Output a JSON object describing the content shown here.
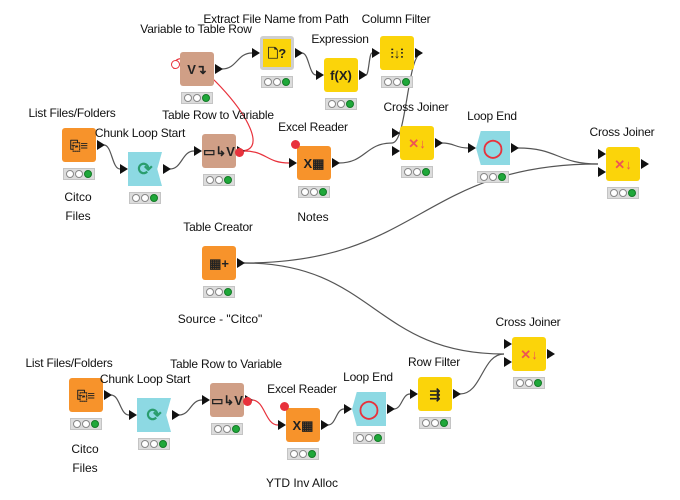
{
  "workflow": {
    "nodes": [
      {
        "id": "var-to-table-row",
        "label": "Variable to Table Row",
        "icon": "variable-to-row-icon",
        "glyph": "V↴",
        "kind": "brown",
        "note": "",
        "status": [
          "idle",
          "idle",
          "executed"
        ]
      },
      {
        "id": "extract-file-name",
        "label": "Extract File Name from Path",
        "icon": "file-question-icon",
        "glyph": "🗋?",
        "kind": "yellow-grey",
        "note": "",
        "status": [
          "idle",
          "idle",
          "executed"
        ]
      },
      {
        "id": "expression",
        "label": "Expression",
        "icon": "function-icon",
        "glyph": "f(X)",
        "kind": "yellow",
        "note": "",
        "status": [
          "idle",
          "idle",
          "executed"
        ]
      },
      {
        "id": "column-filter",
        "label": "Column Filter",
        "icon": "column-filter-icon",
        "glyph": "⫶↓⫶",
        "kind": "yellow",
        "note": "",
        "status": [
          "idle",
          "idle",
          "executed"
        ]
      },
      {
        "id": "list-files-1",
        "label": "List Files/Folders",
        "icon": "list-files-icon",
        "glyph": "⎘≡",
        "kind": "orange",
        "note": "Citco\nFiles",
        "status": [
          "idle",
          "idle",
          "executed"
        ]
      },
      {
        "id": "chunk-loop-start-1",
        "label": "Chunk Loop Start",
        "icon": "loop-refresh-icon",
        "glyph": "⟳",
        "kind": "loopstart",
        "note": "",
        "status": [
          "idle",
          "idle",
          "executed"
        ]
      },
      {
        "id": "table-row-to-var-1",
        "label": "Table Row to Variable",
        "icon": "row-to-variable-icon",
        "glyph": "▭↳V",
        "kind": "brown",
        "note": "",
        "status": [
          "idle",
          "idle",
          "executed"
        ]
      },
      {
        "id": "excel-reader-1",
        "label": "Excel Reader",
        "icon": "excel-icon",
        "glyph": "X▦",
        "kind": "orange",
        "note": "Notes",
        "status": [
          "idle",
          "idle",
          "executed"
        ]
      },
      {
        "id": "cross-joiner-1",
        "label": "Cross Joiner",
        "icon": "cross-join-icon",
        "glyph": "✕↓",
        "kind": "yellow",
        "note": "",
        "status": [
          "idle",
          "idle",
          "executed"
        ]
      },
      {
        "id": "loop-end-1",
        "label": "Loop End",
        "icon": "loop-end-icon",
        "glyph": "◯",
        "kind": "loopend",
        "note": "",
        "status": [
          "idle",
          "idle",
          "executed"
        ]
      },
      {
        "id": "cross-joiner-2",
        "label": "Cross Joiner",
        "icon": "cross-join-icon",
        "glyph": "✕↓",
        "kind": "yellow",
        "note": "",
        "status": [
          "idle",
          "idle",
          "executed"
        ]
      },
      {
        "id": "table-creator",
        "label": "Table Creator",
        "icon": "table-create-icon",
        "glyph": "▦+",
        "kind": "orange",
        "note": "Source - \"Citco\"",
        "status": [
          "idle",
          "idle",
          "executed"
        ]
      },
      {
        "id": "cross-joiner-3",
        "label": "Cross Joiner",
        "icon": "cross-join-icon",
        "glyph": "✕↓",
        "kind": "yellow",
        "note": "",
        "status": [
          "idle",
          "idle",
          "executed"
        ]
      },
      {
        "id": "list-files-2",
        "label": "List Files/Folders",
        "icon": "list-files-icon",
        "glyph": "⎘≡",
        "kind": "orange",
        "note": "Citco\nFiles",
        "status": [
          "idle",
          "idle",
          "executed"
        ]
      },
      {
        "id": "chunk-loop-start-2",
        "label": "Chunk Loop Start",
        "icon": "loop-refresh-icon",
        "glyph": "⟳",
        "kind": "loopstart",
        "note": "",
        "status": [
          "idle",
          "idle",
          "executed"
        ]
      },
      {
        "id": "table-row-to-var-2",
        "label": "Table Row to Variable",
        "icon": "row-to-variable-icon",
        "glyph": "▭↳V",
        "kind": "brown",
        "note": "",
        "status": [
          "idle",
          "idle",
          "executed"
        ]
      },
      {
        "id": "excel-reader-2",
        "label": "Excel Reader",
        "icon": "excel-icon",
        "glyph": "X▦",
        "kind": "orange",
        "note": "YTD Inv Alloc",
        "status": [
          "idle",
          "idle",
          "executed"
        ]
      },
      {
        "id": "loop-end-2",
        "label": "Loop End",
        "icon": "loop-end-icon",
        "glyph": "◯",
        "kind": "loopend",
        "note": "",
        "status": [
          "idle",
          "idle",
          "executed"
        ]
      },
      {
        "id": "row-filter",
        "label": "Row Filter",
        "icon": "row-filter-icon",
        "glyph": "⇶",
        "kind": "yellow",
        "note": "",
        "status": [
          "idle",
          "idle",
          "executed"
        ]
      }
    ],
    "connections": [
      {
        "from": "var-to-table-row",
        "to": "extract-file-name",
        "type": "data"
      },
      {
        "from": "extract-file-name",
        "to": "expression",
        "type": "data"
      },
      {
        "from": "expression",
        "to": "column-filter",
        "type": "data"
      },
      {
        "from": "column-filter",
        "to": "cross-joiner-1",
        "type": "data"
      },
      {
        "from": "list-files-1",
        "to": "chunk-loop-start-1",
        "type": "data"
      },
      {
        "from": "chunk-loop-start-1",
        "to": "table-row-to-var-1",
        "type": "data"
      },
      {
        "from": "table-row-to-var-1",
        "to": "var-to-table-row",
        "type": "variable"
      },
      {
        "from": "table-row-to-var-1",
        "to": "excel-reader-1",
        "type": "variable"
      },
      {
        "from": "excel-reader-1",
        "to": "cross-joiner-1",
        "type": "data"
      },
      {
        "from": "cross-joiner-1",
        "to": "loop-end-1",
        "type": "data"
      },
      {
        "from": "loop-end-1",
        "to": "cross-joiner-2",
        "type": "data"
      },
      {
        "from": "table-creator",
        "to": "cross-joiner-2",
        "type": "data"
      },
      {
        "from": "table-creator",
        "to": "cross-joiner-3",
        "type": "data"
      },
      {
        "from": "list-files-2",
        "to": "chunk-loop-start-2",
        "type": "data"
      },
      {
        "from": "chunk-loop-start-2",
        "to": "table-row-to-var-2",
        "type": "data"
      },
      {
        "from": "table-row-to-var-2",
        "to": "excel-reader-2",
        "type": "variable"
      },
      {
        "from": "excel-reader-2",
        "to": "loop-end-2",
        "type": "data"
      },
      {
        "from": "loop-end-2",
        "to": "row-filter",
        "type": "data"
      },
      {
        "from": "row-filter",
        "to": "cross-joiner-3",
        "type": "data"
      }
    ]
  },
  "colors": {
    "source": "#f7932b",
    "manipulator": "#fbd40a",
    "loop": "#8dd9e3",
    "flow_variable": "#d09f86",
    "variable_connection": "#e8323c",
    "data_connection": "#555555",
    "status_executed": "#1fa83a"
  }
}
